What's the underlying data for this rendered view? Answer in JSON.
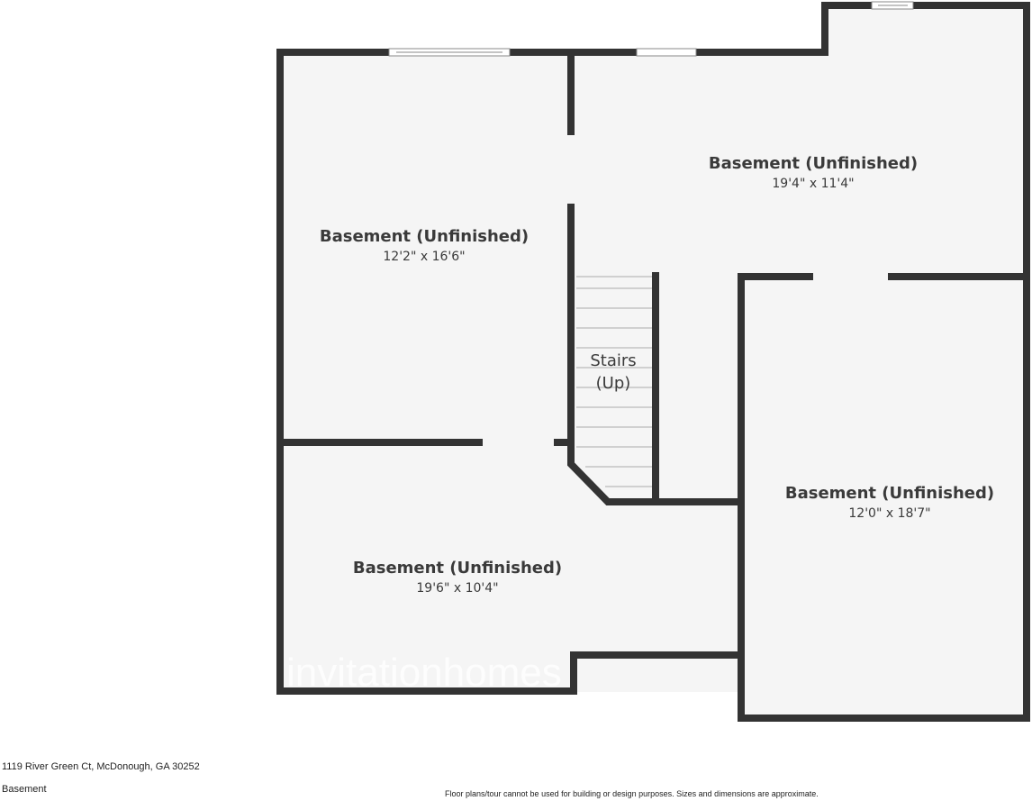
{
  "rooms": [
    {
      "name": "Basement (Unfinished)",
      "dims": "12'2\" x 16'6\""
    },
    {
      "name": "Basement (Unfinished)",
      "dims": "19'4\" x 11'4\""
    },
    {
      "name": "Stairs",
      "dims": "(Up)"
    },
    {
      "name": "Basement (Unfinished)",
      "dims": "12'0\" x 18'7\""
    },
    {
      "name": "Basement (Unfinished)",
      "dims": "19'6\" x 10'4\""
    }
  ],
  "footer": {
    "address": "1119 River Green Ct, McDonough, GA 30252",
    "floor": "Basement",
    "disclaimer": "Floor plans/tour cannot be used for building or design purposes. Sizes and dimensions are approximate."
  },
  "watermark": {
    "logo": "invitationhomes"
  },
  "colors": {
    "wall": "#333333",
    "floor": "#f5f5f5"
  }
}
